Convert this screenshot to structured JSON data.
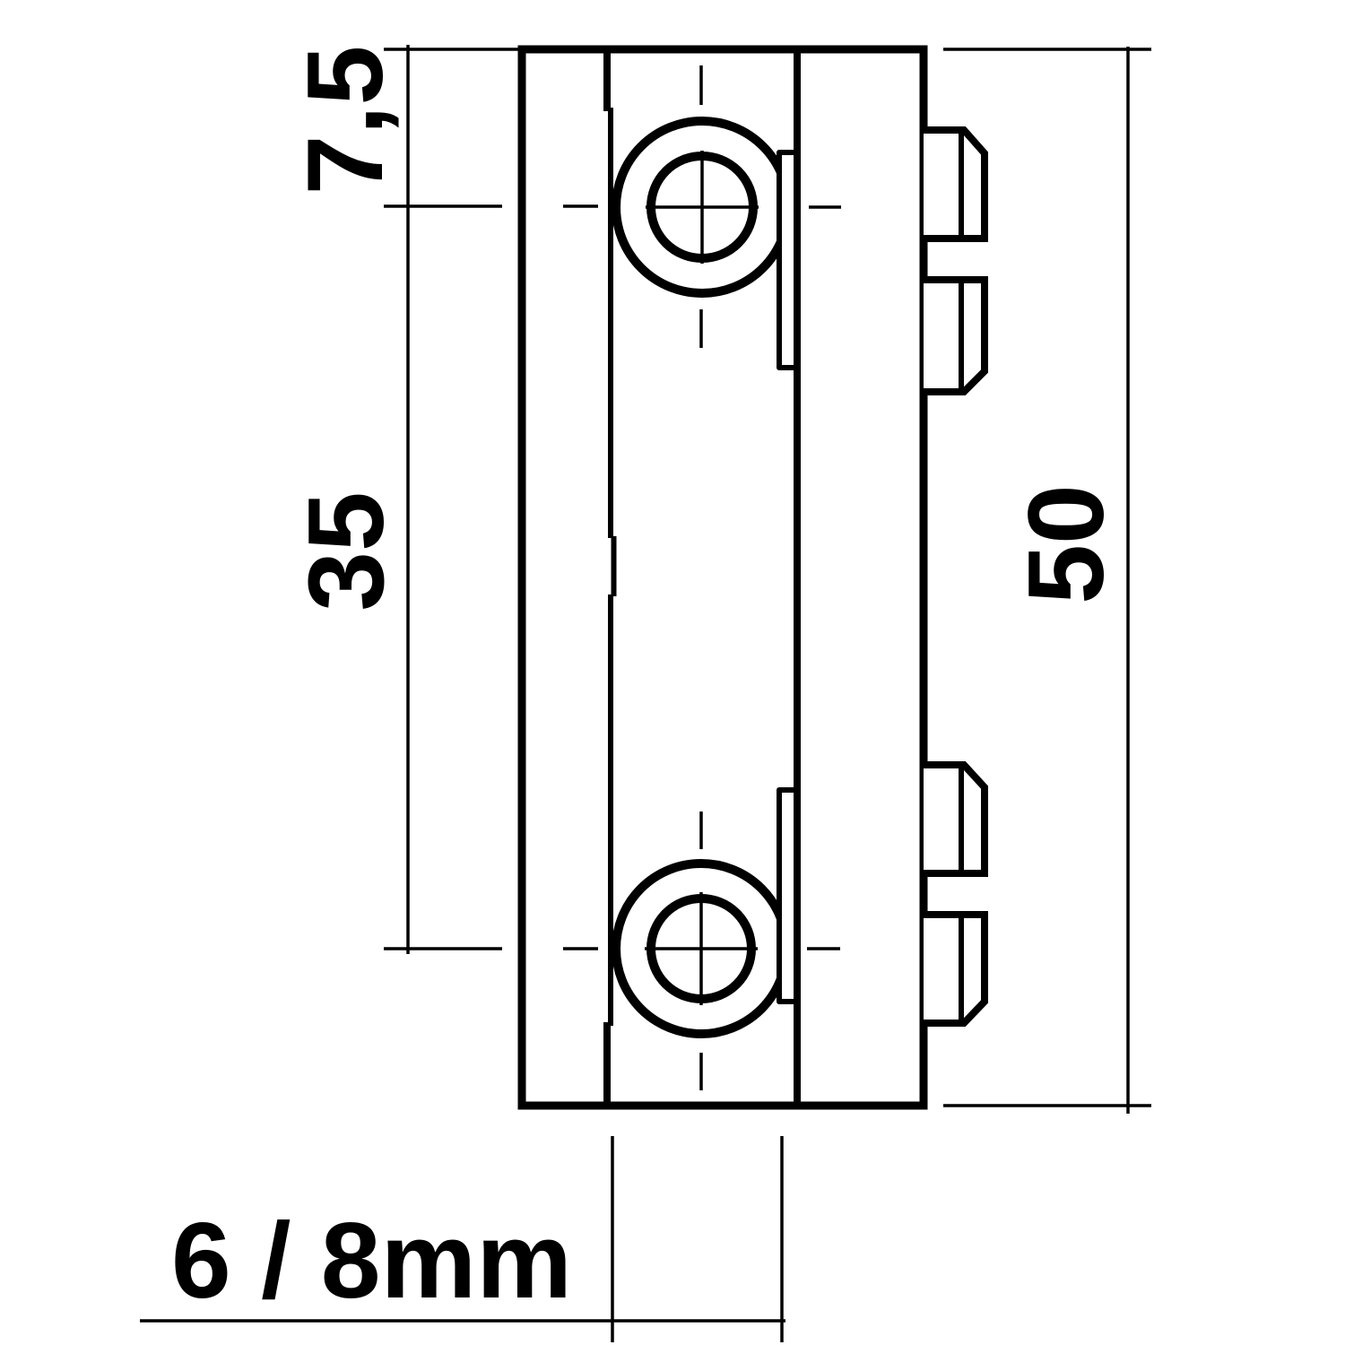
{
  "drawing": {
    "kind": "technical-dimension-drawing",
    "colors": {
      "line": "#000000",
      "background": "#ffffff"
    },
    "dimensions": {
      "top_hole_offset": {
        "label": "7,5",
        "value": 7.5,
        "orientation": "vertical-left"
      },
      "hole_spacing": {
        "label": "35",
        "value": 35,
        "orientation": "vertical-left"
      },
      "overall_height": {
        "label": "50",
        "value": 50,
        "orientation": "vertical-right"
      },
      "rod_size": {
        "label": "6 / 8mm",
        "value": "6 / 8",
        "unit": "mm",
        "orientation": "horizontal-bottom"
      }
    }
  }
}
